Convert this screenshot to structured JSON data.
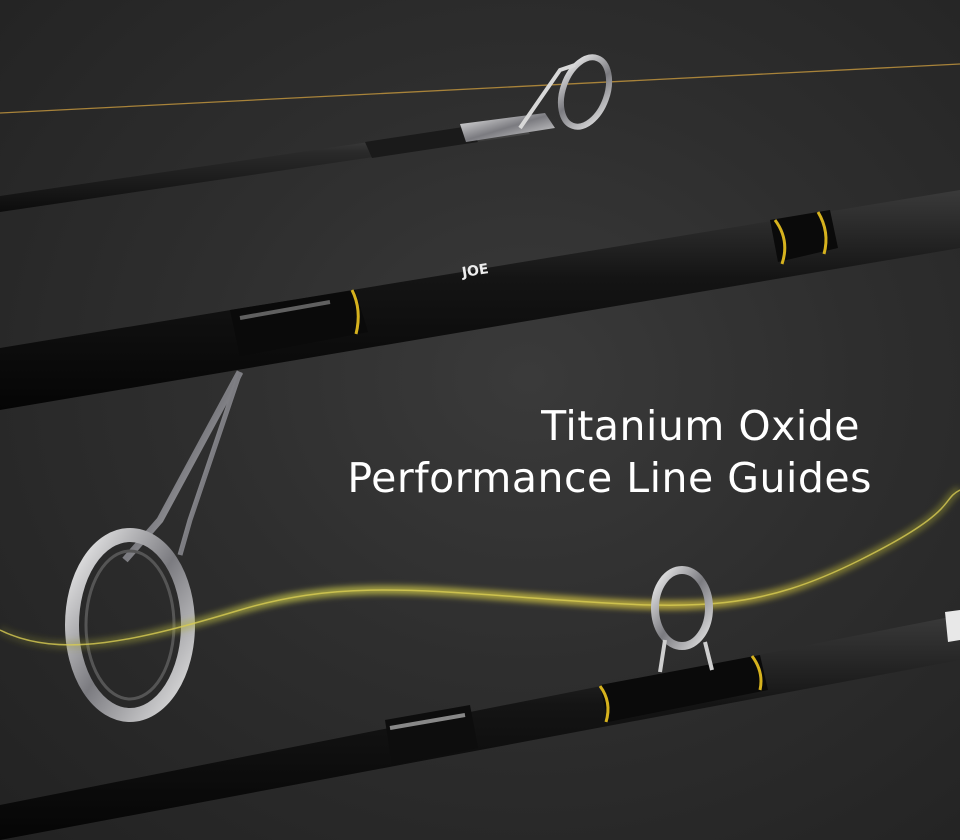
{
  "headline": {
    "line1": "Titanium Oxide",
    "line2": "Performance Line Guides"
  },
  "colors": {
    "background": "#2e2e2e",
    "rod_blank": "#141414",
    "gold_trim": "#d6b21e",
    "fishing_line_top": "#b08a3a",
    "fishing_line_glow": "#c8c84a",
    "guide_metal": "#c8c8cc",
    "text": "#ffffff"
  },
  "rod_label_text": "JOE"
}
